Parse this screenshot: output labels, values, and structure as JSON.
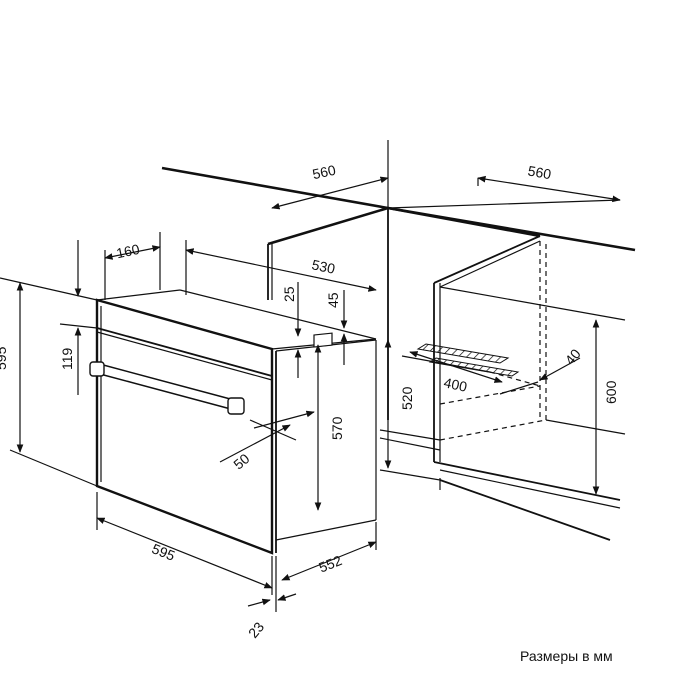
{
  "dimensions": {
    "cabinet_width_top": "560",
    "niche_depth": "560",
    "offset_top": "160",
    "panel_depth": "530",
    "top_gap": "25",
    "top_clearance": "45",
    "oven_height": "595",
    "panel_height": "119",
    "body_height": "570",
    "handle_projection": "50",
    "oven_width": "595",
    "body_depth": "552",
    "front_thickness": "23",
    "niche_height_min": "520",
    "niche_height": "600",
    "vent_width": "400",
    "vent_depth": "40"
  },
  "caption": "Размеры в мм"
}
